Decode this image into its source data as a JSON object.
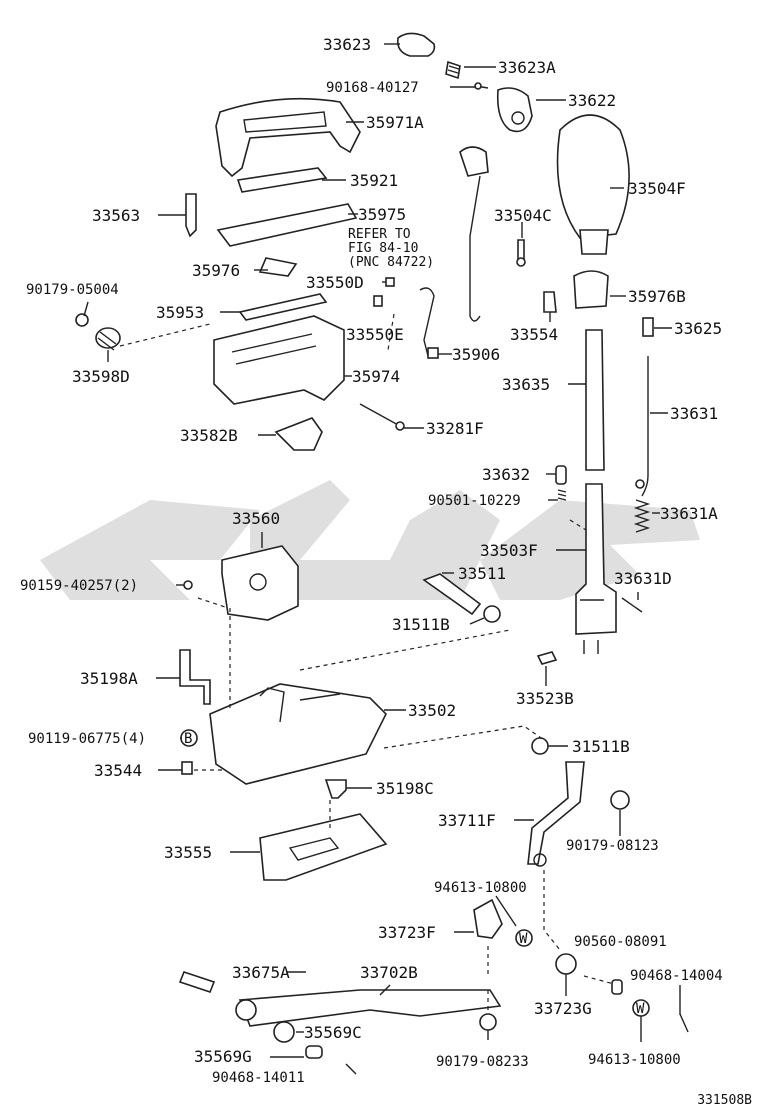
{
  "labels": {
    "p33623": "33623",
    "p33623A": "33623A",
    "p90168": "90168-40127",
    "p33622": "33622",
    "p35971A": "35971A",
    "p33504F": "33504F",
    "p35921": "35921",
    "p33563": "33563",
    "p35975": "35975",
    "p33504C": "33504C",
    "p35976": "35976",
    "p33550D": "33550D",
    "p90179_05004": "90179-05004",
    "p35953": "35953",
    "p33550E": "33550E",
    "p33554": "33554",
    "p35976B": "35976B",
    "p33625": "33625",
    "p35906": "35906",
    "p33598D": "33598D",
    "p35974": "35974",
    "p33635": "33635",
    "p33631": "33631",
    "p33582B": "33582B",
    "p33281F": "33281F",
    "p33632": "33632",
    "p90501": "90501-10229",
    "p33560": "33560",
    "p33631A": "33631A",
    "p33503F": "33503F",
    "p33511": "33511",
    "p33631D": "33631D",
    "p90159": "90159-40257(2)",
    "p31511B_a": "31511B",
    "p33523B": "33523B",
    "p35198A": "35198A",
    "p33502": "33502",
    "p90119": "90119-06775(4)",
    "p31511B_b": "31511B",
    "p33544": "33544",
    "p35198C": "35198C",
    "p33711F": "33711F",
    "p90179_08123": "90179-08123",
    "p33555": "33555",
    "p94613_a": "94613-10800",
    "p33723F": "33723F",
    "p90560": "90560-08091",
    "p33675A": "33675A",
    "p33702B": "33702B",
    "p94613_w": "W",
    "p90468_14004": "90468-14004",
    "p33723G": "33723G",
    "p35569C": "35569C",
    "p35569G": "35569G",
    "p90179_08233": "90179-08233",
    "p94613_b": "94613-10800",
    "p90468_14011": "90468-14011"
  },
  "refer_note": [
    "REFER TO",
    "FIG 84-10",
    "(PNC 84722)"
  ],
  "badge_b": "B",
  "badge_w": "W",
  "drawing_id": "331508B"
}
